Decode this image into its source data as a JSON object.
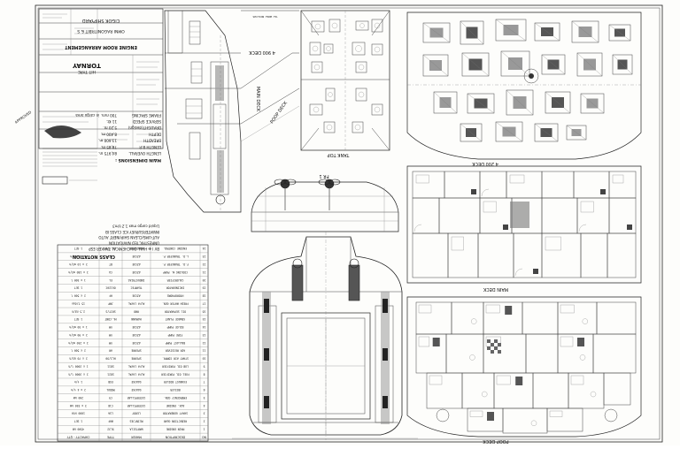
{
  "sheet": {
    "shipyard_title": "CIGOK SHIPYARD",
    "drawing_title": "ENGINE ROOM ARRANGEMENT",
    "drawing_subtitle": "OMNI RAGONITRBIT & S",
    "vessel_name": "TORNAY",
    "hull_type": "HIT TYPE"
  },
  "main_dimensions": {
    "heading": "MAIN DIMENSIONS :",
    "rows": [
      {
        "label": "LENGTH OVERALL",
        "value": "84,975 m."
      },
      {
        "label": "LENGTH B.P.",
        "value": "78,85 m."
      },
      {
        "label": "BREADTH",
        "value": "13,600 m."
      },
      {
        "label": "DEPTH",
        "value": "8,400 m."
      },
      {
        "label": "DRAUGHT(design)",
        "value": "5,20 m."
      },
      {
        "label": "SERVICE SPEED",
        "value": "11 Kt."
      },
      {
        "label": "FRAME SPACING",
        "value": "700 mm. in cargo area"
      }
    ]
  },
  "class_notation": {
    "heading": "CLASS NOTATION",
    "lines": [
      "BV I ✠ HULL OIL/CHEMICAL TANKER ESP",
      "UNRESTRICTED NAVIGATION",
      "AUT-UMS/CLEAN SHIP/INERT AUTO",
      "INWATERSURVEY ICE CLASS IB",
      "Liquid cargo  max 1.2 t/m3"
    ]
  },
  "views": {
    "main_deck": "MAIN DECK",
    "poop_deck": "POOP DECK",
    "tank_top": "TANK TOP",
    "section_fr": "FR 1",
    "deck_4200": "4 200 DECK",
    "deck_4900": "4 900 DECK"
  },
  "equipment_table": {
    "headers": [
      "NO",
      "DESCRIPTION",
      "MAKER",
      "TYPE",
      "CAPACITY - QTY"
    ],
    "rows": [
      {
        "no": "1",
        "desc": "MAIN ENGINE",
        "maker": "WARTSILA",
        "type": "9L32",
        "cap": "4500 kW"
      },
      {
        "no": "2",
        "desc": "REDUCTION GEAR",
        "maker": "REINTJES",
        "type": "WAF",
        "cap": "1 SET"
      },
      {
        "no": "3",
        "desc": "SHAFT GENERATOR",
        "maker": "LEROY",
        "type": "LSA",
        "cap": "1000 kVA"
      },
      {
        "no": "4",
        "desc": "AUX. ENGINE",
        "maker": "CATERPILLAR",
        "type": "C18",
        "cap": "3 x 550 kW"
      },
      {
        "no": "5",
        "desc": "EMERGENCY GEN.",
        "maker": "CATERPILLAR",
        "type": "C9",
        "cap": "200 kW"
      },
      {
        "no": "6",
        "desc": "BOILER",
        "maker": "SAACKE",
        "type": "MODUL",
        "cap": "2 x 4 t/h"
      },
      {
        "no": "7",
        "desc": "EXHAUST BOILER",
        "maker": "SAACKE",
        "type": "EGB",
        "cap": "1 t/h"
      },
      {
        "no": "8",
        "desc": "FUEL OIL PURIFIER",
        "maker": "ALFA LAVAL",
        "type": "S821",
        "cap": "2 x 3000 l/h"
      },
      {
        "no": "9",
        "desc": "LUB OIL PURIFIER",
        "maker": "ALFA LAVAL",
        "type": "S811",
        "cap": "1 x 2000 l/h"
      },
      {
        "no": "10",
        "desc": "START AIR COMPR.",
        "maker": "SPERRE",
        "type": "HL2/90",
        "cap": "2 x 70 m3/h"
      },
      {
        "no": "11",
        "desc": "AIR RECEIVER",
        "maker": "SPERRE",
        "type": "AR",
        "cap": "2 x 500 l"
      },
      {
        "no": "12",
        "desc": "BALLAST PUMP",
        "maker": "AZCUE",
        "type": "VM",
        "cap": "2 x 250 m3/h"
      },
      {
        "no": "13",
        "desc": "FIRE PUMP",
        "maker": "AZCUE",
        "type": "VM",
        "cap": "2 x 90 m3/h"
      },
      {
        "no": "14",
        "desc": "BILGE PUMP",
        "maker": "AZCUE",
        "type": "VM",
        "cap": "1 x 50 m3/h"
      },
      {
        "no": "15",
        "desc": "SEWAGE PLANT",
        "maker": "HAMANN",
        "type": "HL-CONT",
        "cap": "1 SET"
      },
      {
        "no": "16",
        "desc": "OIL SEPARATOR",
        "maker": "RWO",
        "type": "SKIT/S",
        "cap": "2.5 m3/h"
      },
      {
        "no": "17",
        "desc": "FRESH WATER GEN.",
        "maker": "ALFA LAVAL",
        "type": "JWP",
        "cap": "15 t/day"
      },
      {
        "no": "18",
        "desc": "HYDROPHORE",
        "maker": "AZCUE",
        "type": "HF",
        "cap": "2 x 500 l"
      },
      {
        "no": "19",
        "desc": "INCINERATOR",
        "maker": "TEAMTEC",
        "type": "OG120C",
        "cap": "1 SET"
      },
      {
        "no": "20",
        "desc": "CALORIFIER",
        "maker": "INDUSTRIAS",
        "type": "EL",
        "cap": "1 x 500 l"
      },
      {
        "no": "21",
        "desc": "COOLING W. PUMP",
        "maker": "AZCUE",
        "type": "CA",
        "cap": "2 x 180 m3/h"
      },
      {
        "no": "22",
        "desc": "F.O. TRANSFER P.",
        "maker": "AZCUE",
        "type": "BT",
        "cap": "2 x 10 m3/h"
      },
      {
        "no": "23",
        "desc": "L.O. TRANSFER P.",
        "maker": "AZCUE",
        "type": "BT",
        "cap": "1 x 5 m3/h"
      },
      {
        "no": "24",
        "desc": "ENGINE CONTROL",
        "maker": "KONGSBERG",
        "type": "DC C20",
        "cap": "1 SET"
      }
    ]
  }
}
